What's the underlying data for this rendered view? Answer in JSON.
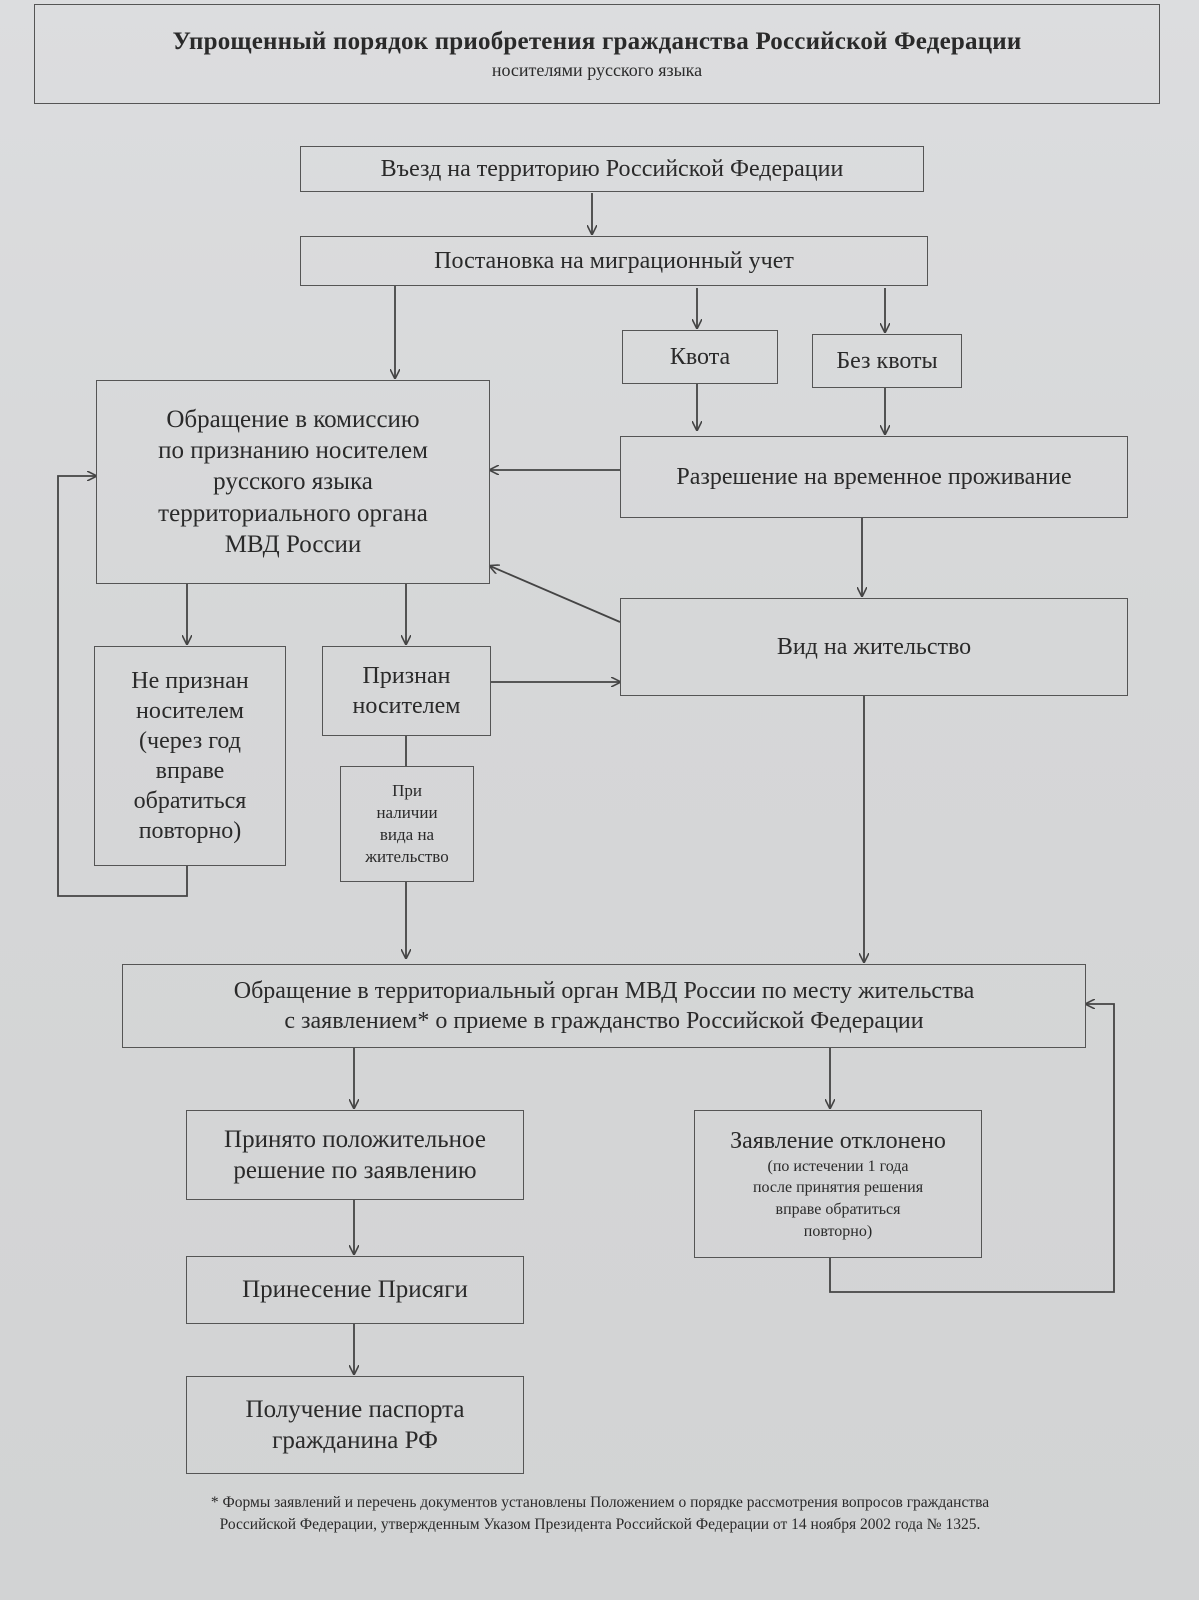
{
  "header": {
    "title": "Упрощенный порядок приобретения гражданства Российской Федерации",
    "subtitle": "носителями русского языка"
  },
  "nodes": {
    "entry": "Въезд на территорию Российской Федерации",
    "registration": "Постановка на миграционный учет",
    "quota": "Квота",
    "no_quota": "Без квоты",
    "commission": [
      "Обращение в комиссию",
      "по признанию носителем",
      "русского языка",
      "территориального органа",
      "МВД России"
    ],
    "temp_residence": "Разрешение на временное проживание",
    "residence_permit": "Вид на жительство",
    "not_recognized": [
      "Не признан",
      "носителем",
      "(через год",
      "вправе",
      "обратиться",
      "повторно)"
    ],
    "recognized": [
      "Признан",
      "носителем"
    ],
    "with_permit": [
      "При",
      "наличии",
      "вида на",
      "жительство"
    ],
    "application": [
      "Обращение в территориальный орган МВД России по месту жительства",
      "с заявлением* о приеме в гражданство Российской Федерации"
    ],
    "approved": [
      "Принято положительное",
      "решение по заявлению"
    ],
    "rejected_title": "Заявление отклонено",
    "rejected_note": [
      "(по истечении 1 года",
      "после принятия решения",
      "вправе обратиться",
      "повторно)"
    ],
    "oath": "Принесение Присяги",
    "passport": [
      "Получение паспорта",
      "гражданина РФ"
    ]
  },
  "footnote": [
    "* Формы заявлений и перечень документов установлены Положением о порядке рассмотрения вопросов гражданства",
    "Российской Федерации, утвержденным Указом Президента Российской Федерации от 14 ноября 2002 года № 1325."
  ]
}
